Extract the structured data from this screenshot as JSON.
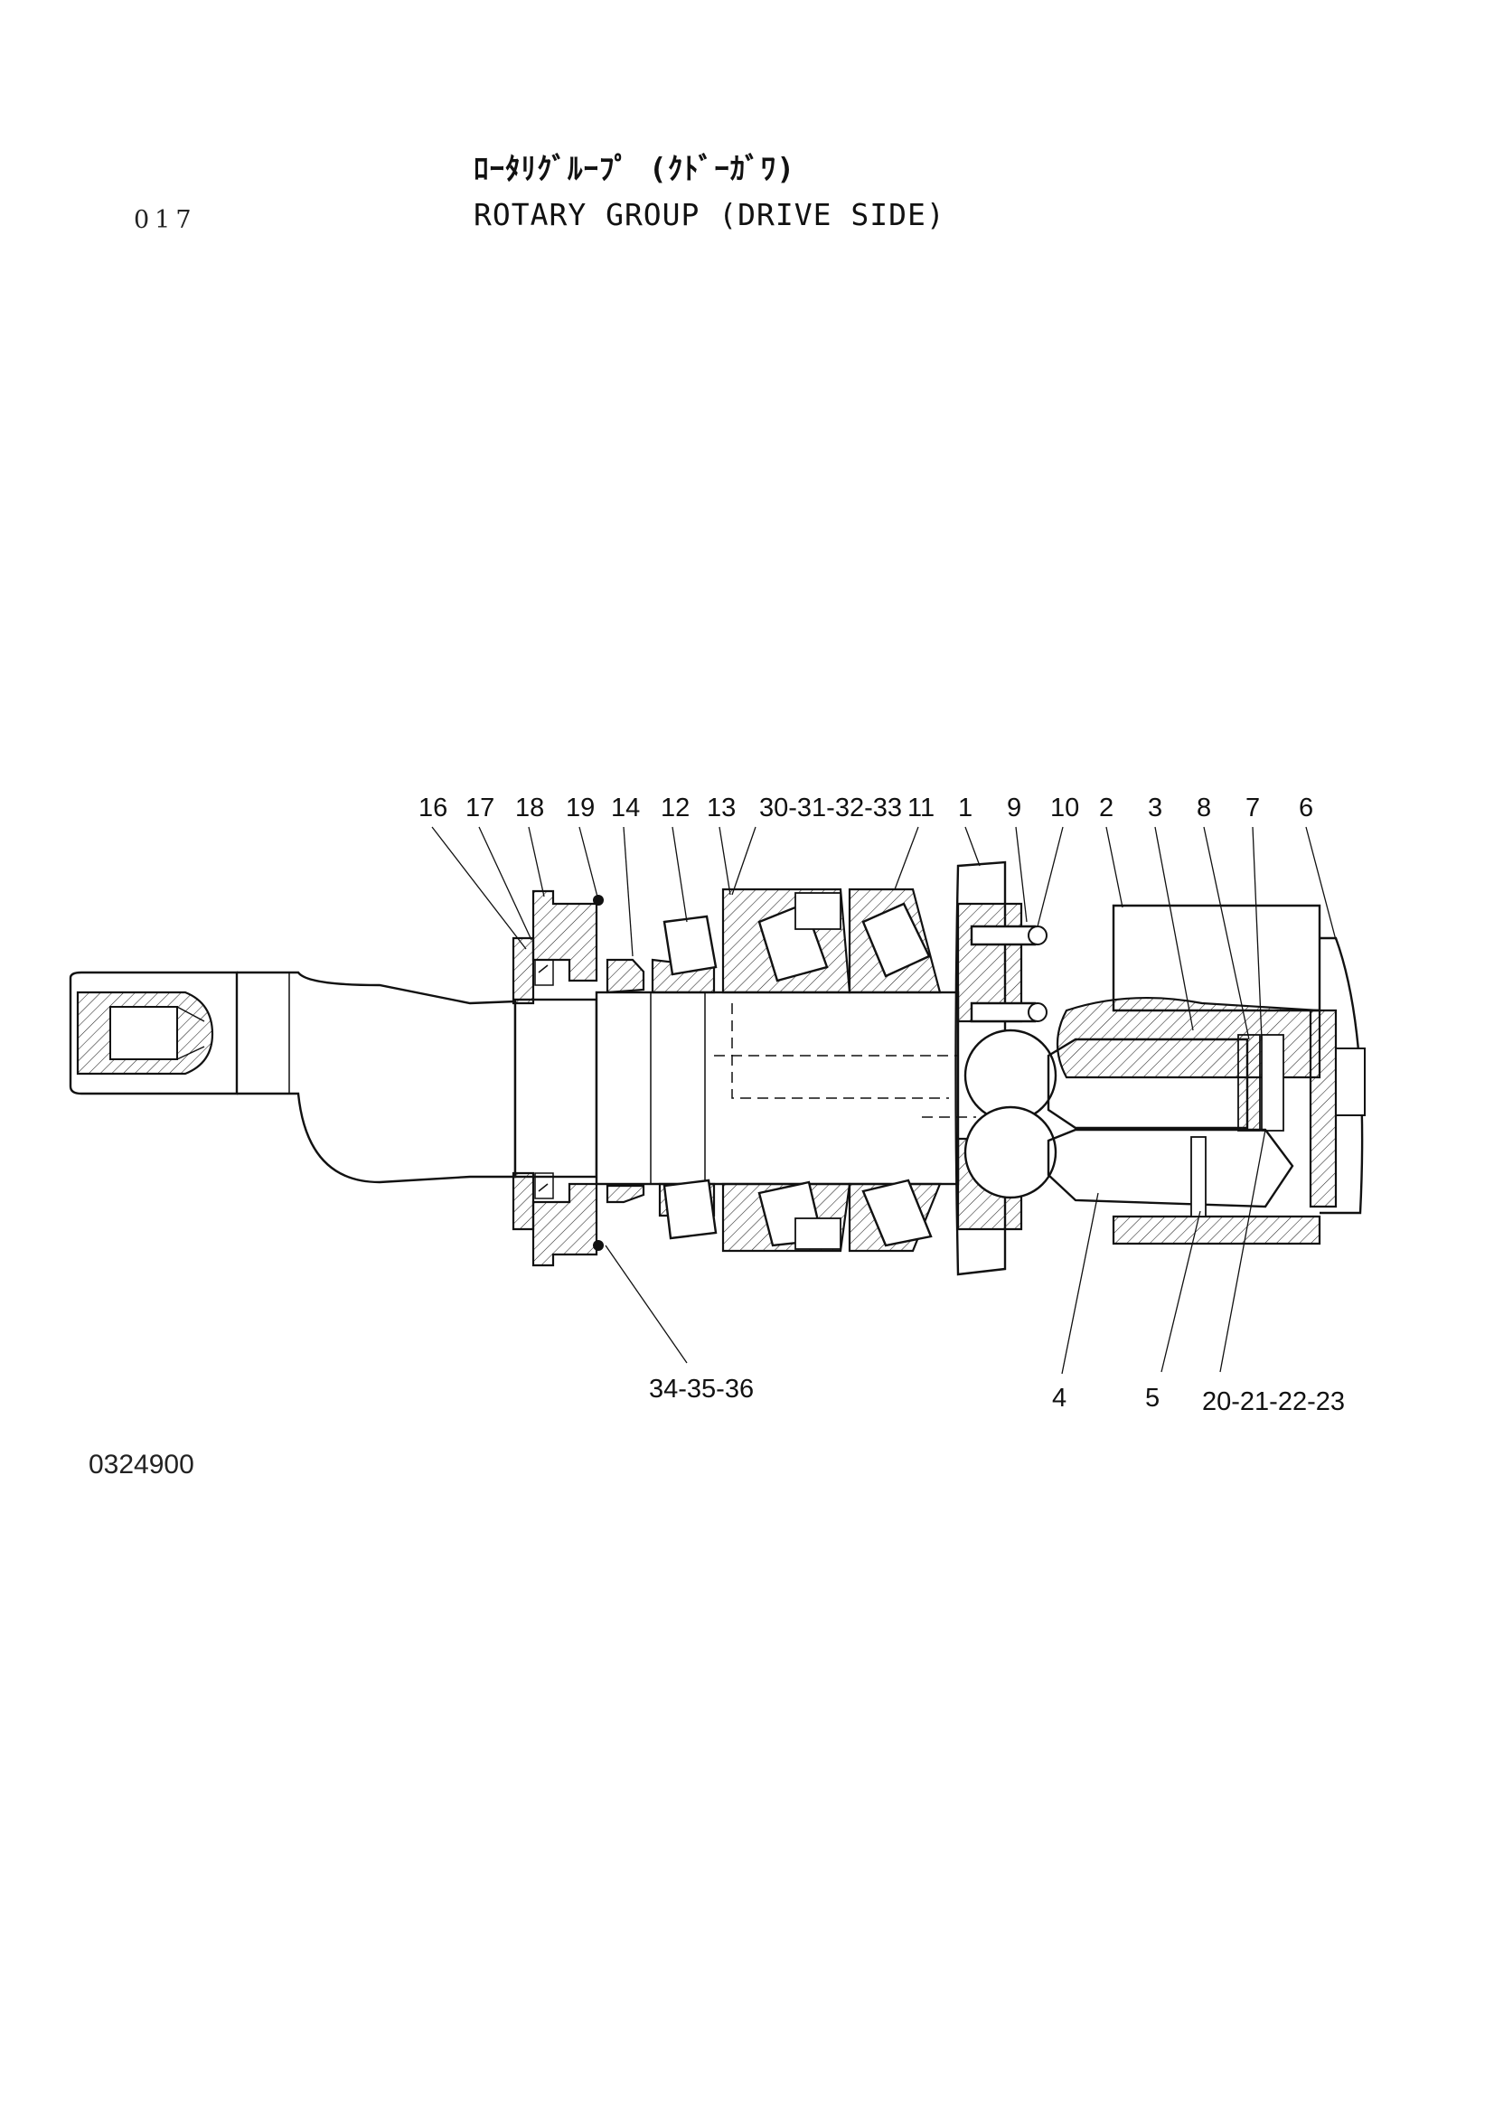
{
  "header": {
    "title_jp": "ﾛｰﾀﾘｸﾞﾙｰﾌﾟ (ｸﾄﾞｰｶﾞﾜ)",
    "title_en": "ROTARY GROUP (DRIVE SIDE)",
    "page_number": "017"
  },
  "footer": {
    "drawing_number": "0324900"
  },
  "callouts": [
    "16",
    "17",
    "18",
    "19",
    "14",
    "12",
    "13",
    "30-31-32-33",
    "11",
    "1",
    "9",
    "10",
    "2",
    "3",
    "8",
    "7",
    "6",
    "34-35-36",
    "4",
    "5",
    "20-21-22-23"
  ]
}
